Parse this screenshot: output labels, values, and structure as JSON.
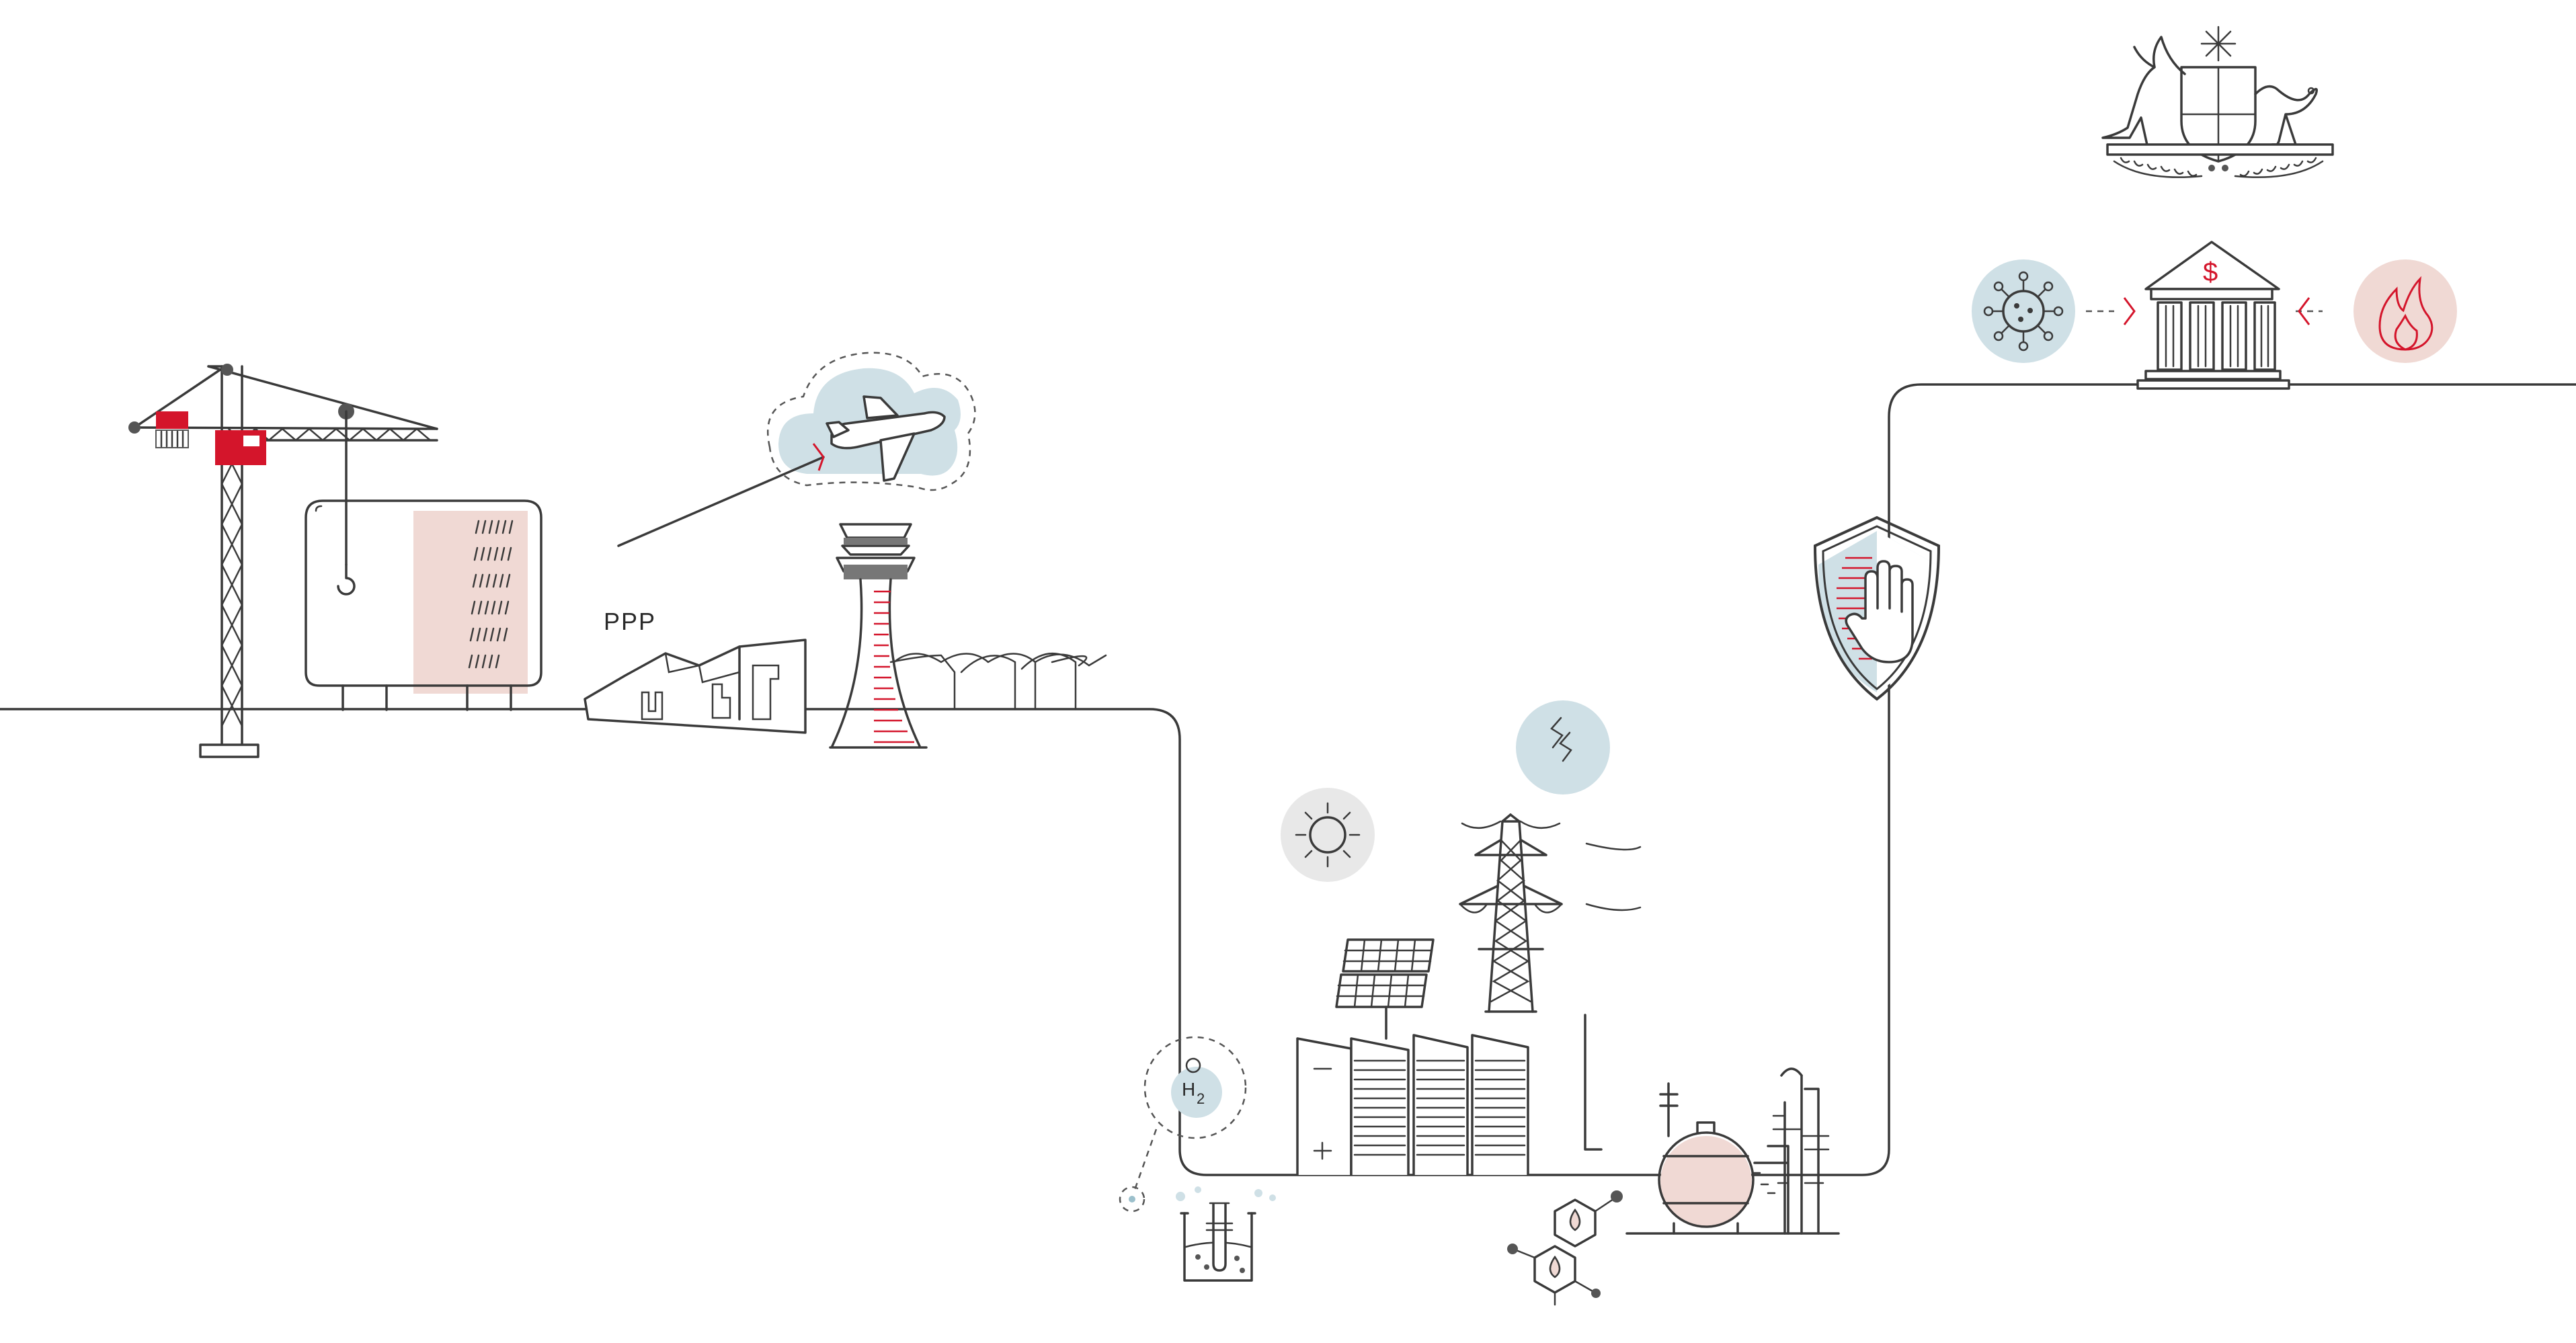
{
  "labels": {
    "ppp": "PPP",
    "hydrogen": "H",
    "hydrogen_sub": "2",
    "currency": "$"
  },
  "colors": {
    "line": "#3a3a3a",
    "accent_red": "#d4152b",
    "blue_circle": "#cfe0e6",
    "pink_fill": "#f0d9d4",
    "grey_circle": "#e8e8e8",
    "red_fill": "#d4152b"
  },
  "icons": [
    "tower-crane-icon",
    "building-icon",
    "airplane-cloud-icon",
    "ppp-buildings-icon",
    "control-tower-icon",
    "sun-icon",
    "solar-panel-icon",
    "factory-icon",
    "lightning-icon",
    "transmission-tower-icon",
    "hydrogen-molecule-icon",
    "chemistry-beaker-icon",
    "oil-molecule-icon",
    "refinery-icon",
    "shield-hand-icon",
    "virus-icon",
    "bank-icon",
    "fire-icon",
    "coat-of-arms-icon"
  ]
}
